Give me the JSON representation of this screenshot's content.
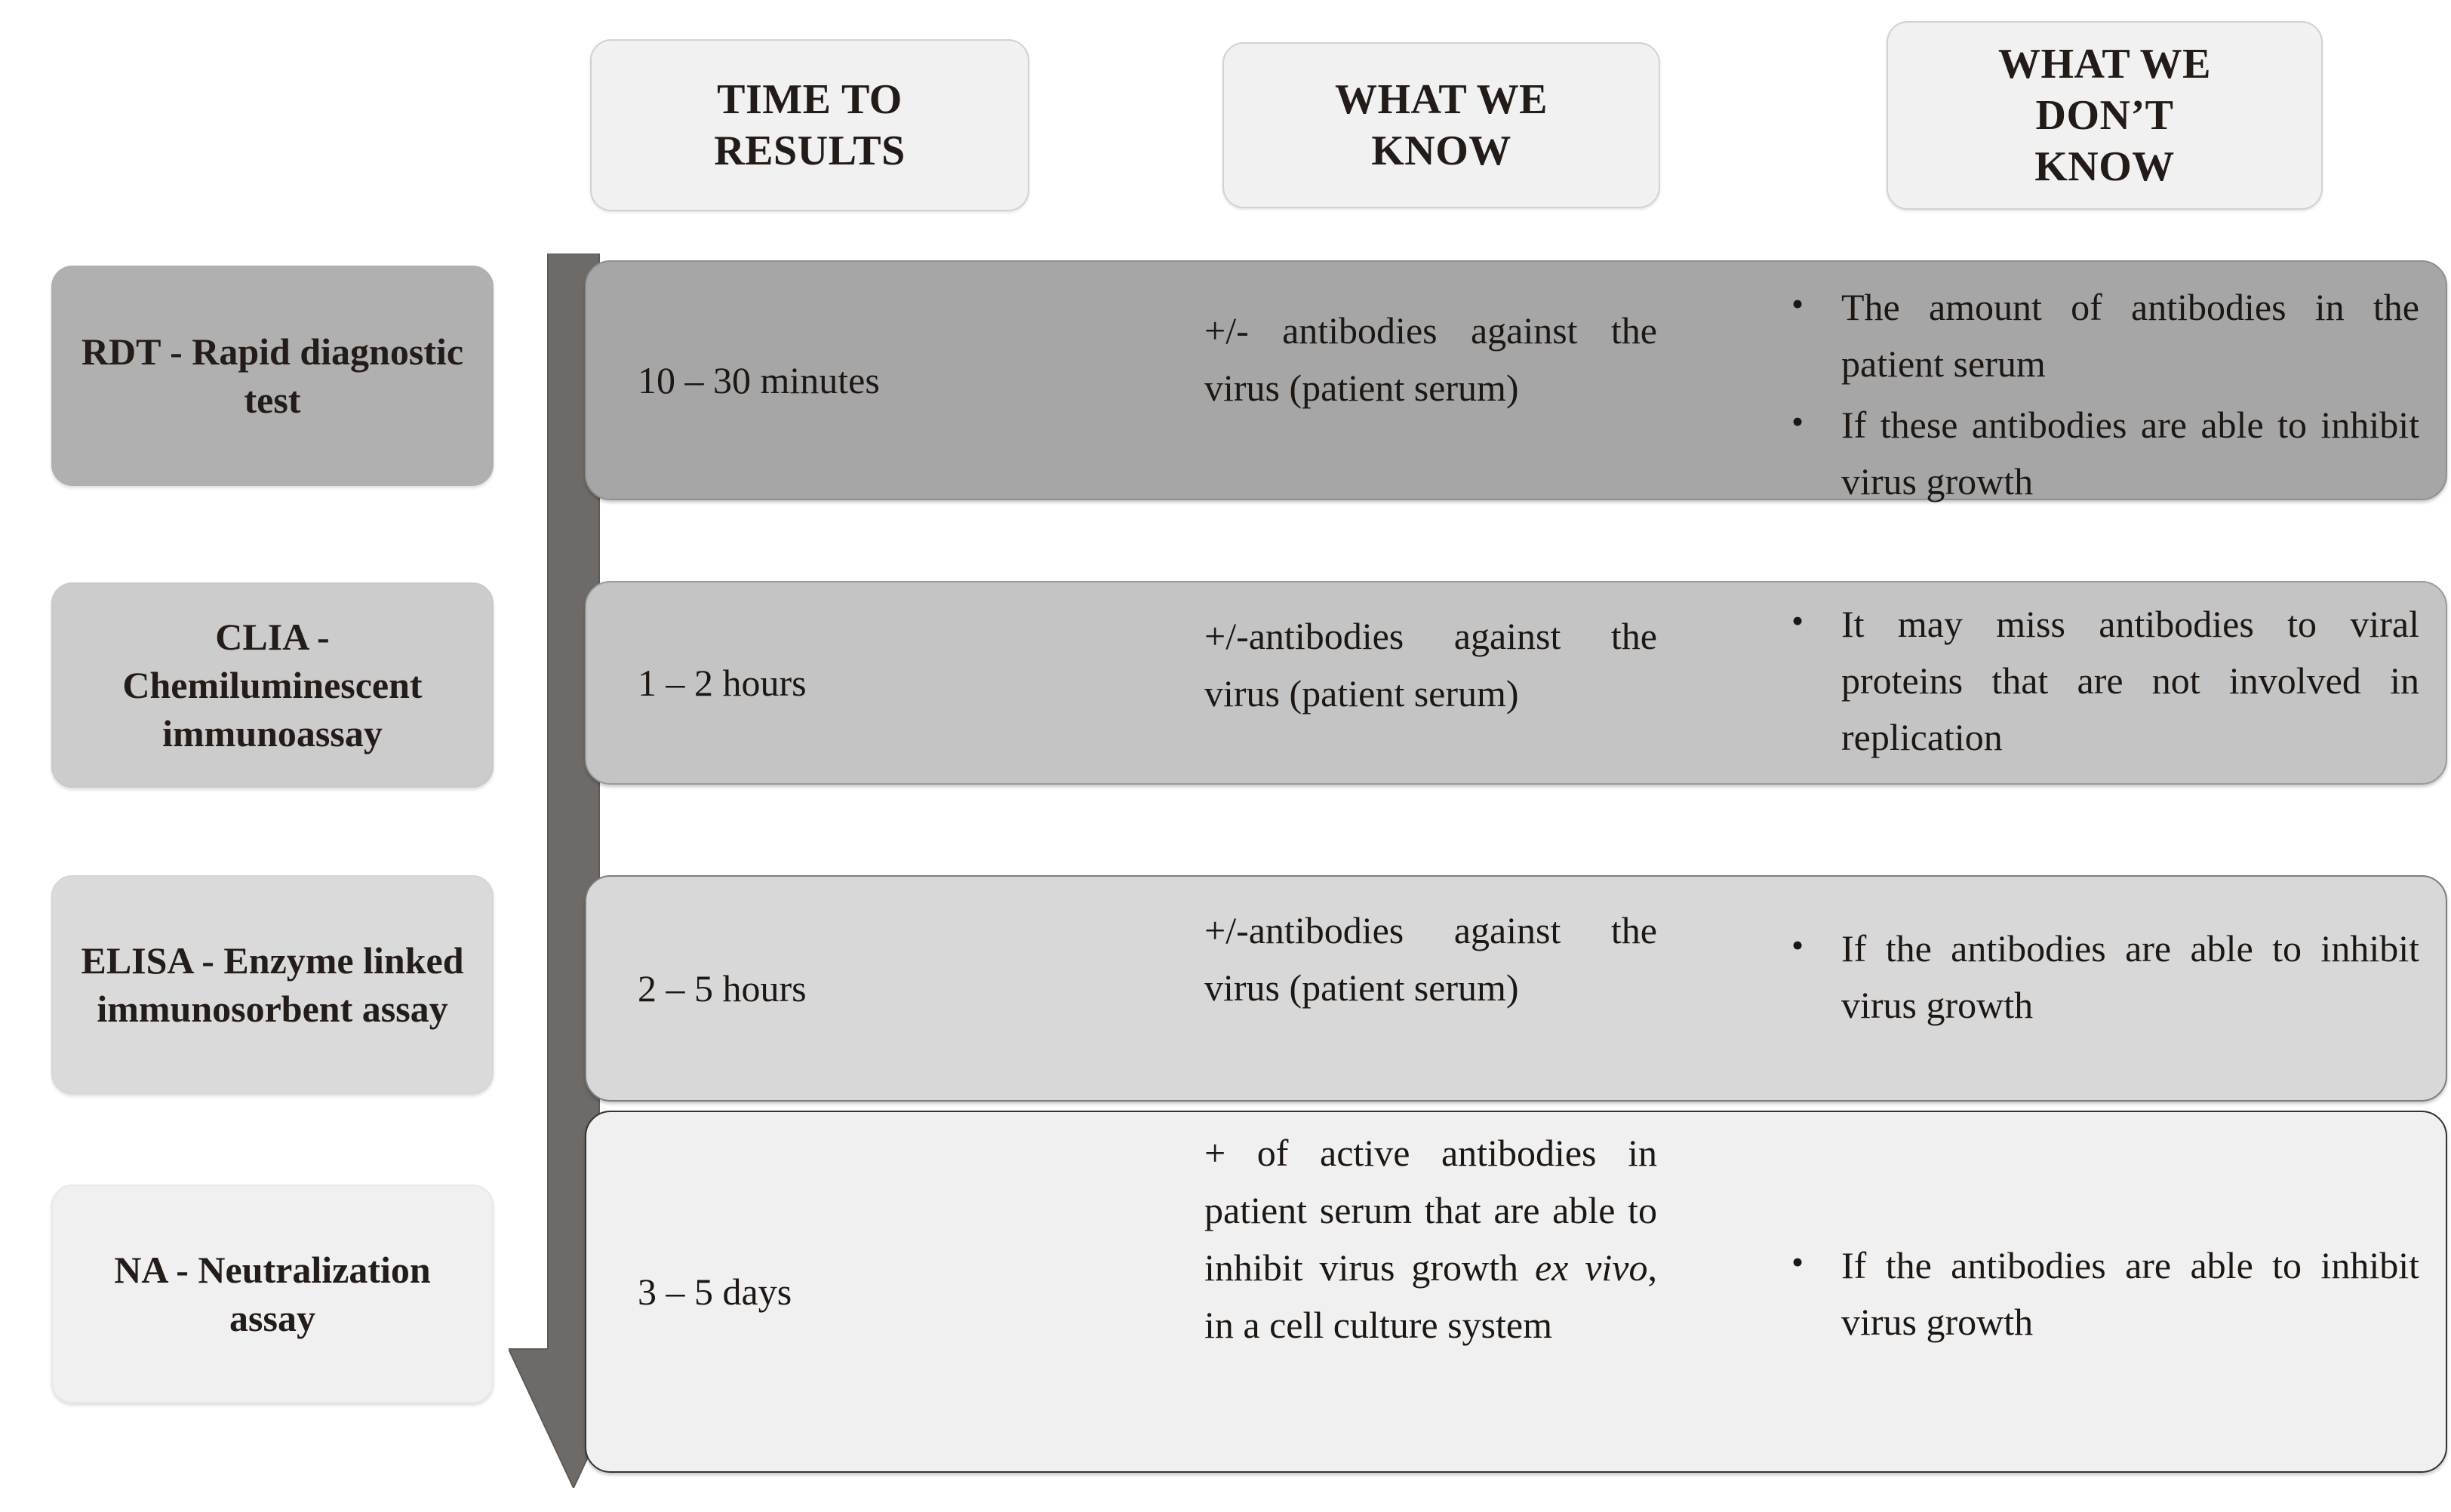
{
  "columns": [
    {
      "id": "time-to-results",
      "label": "TIME TO\nRESULTS"
    },
    {
      "id": "what-we-know",
      "label": "WHAT WE\nKNOW"
    },
    {
      "id": "what-we-dont-know",
      "label": "WHAT WE\nDON’T\nKNOW"
    }
  ],
  "flow_arrow": {
    "direction": "down",
    "color": "#6e6a67",
    "meaning": "increasing-time-to-results"
  },
  "rows": [
    {
      "id": "rdt",
      "label": "RDT - Rapid diagnostic test",
      "label_fill": "#b0b0b0",
      "card_fill": "#a6a6a6",
      "time_to_results": "10 – 30 minutes",
      "what_we_know": "+/- antibodies against the virus (patient serum)",
      "what_we_dont_know": [
        "The amount of antibodies in the patient serum",
        "If these antibodies are able to inhibit virus growth"
      ]
    },
    {
      "id": "clia",
      "label": "CLIA - Chemiluminescent immunoassay",
      "label_fill": "#cccccc",
      "card_fill": "#c4c4c4",
      "time_to_results": "1 – 2 hours",
      "what_we_know": "+/-antibodies against the virus (patient serum)",
      "what_we_dont_know": [
        "It may miss antibodies to viral proteins that are not involved in replication"
      ]
    },
    {
      "id": "elisa",
      "label": "ELISA - Enzyme linked immunosorbent assay",
      "label_fill": "#dadada",
      "card_fill": "#d8d8d8",
      "time_to_results": "2 – 5 hours",
      "what_we_know": "+/-antibodies against the virus (patient serum)",
      "what_we_dont_know": [
        "If the antibodies are able to inhibit virus growth"
      ]
    },
    {
      "id": "na",
      "label": "NA - Neutralization assay",
      "label_fill": "#f0f0f0",
      "card_fill": "#f0f0f0",
      "time_to_results": "3 – 5 days",
      "what_we_know_parts": [
        {
          "text": "+ of active antibodies in patient serum that are able to inhibit virus growth ",
          "italic": false
        },
        {
          "text": "ex vivo",
          "italic": true
        },
        {
          "text": ", in a cell culture system",
          "italic": false
        }
      ],
      "what_we_dont_know": [
        "If the antibodies are able to inhibit virus growth"
      ]
    }
  ]
}
